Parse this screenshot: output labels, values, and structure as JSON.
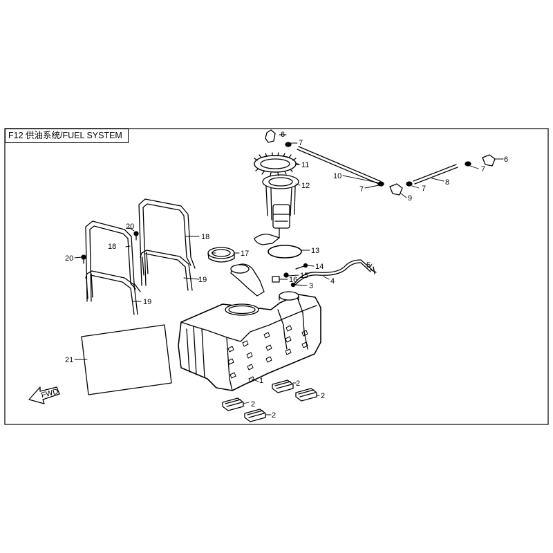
{
  "header": {
    "title": "F12 供油系统/FUEL SYSTEM"
  },
  "fwd_label": "FWD",
  "callouts": [
    {
      "id": "c1",
      "label": "1"
    },
    {
      "id": "c2a",
      "label": "2"
    },
    {
      "id": "c2b",
      "label": "2"
    },
    {
      "id": "c2c",
      "label": "2"
    },
    {
      "id": "c2d",
      "label": "2"
    },
    {
      "id": "c3",
      "label": "3"
    },
    {
      "id": "c4",
      "label": "4"
    },
    {
      "id": "c5",
      "label": "5"
    },
    {
      "id": "c6a",
      "label": "6"
    },
    {
      "id": "c6b",
      "label": "6"
    },
    {
      "id": "c7a",
      "label": "7"
    },
    {
      "id": "c7b",
      "label": "7"
    },
    {
      "id": "c7c",
      "label": "7"
    },
    {
      "id": "c7d",
      "label": "7"
    },
    {
      "id": "c8",
      "label": "8"
    },
    {
      "id": "c9",
      "label": "9"
    },
    {
      "id": "c10",
      "label": "10"
    },
    {
      "id": "c11",
      "label": "11"
    },
    {
      "id": "c12",
      "label": "12"
    },
    {
      "id": "c13",
      "label": "13"
    },
    {
      "id": "c14",
      "label": "14"
    },
    {
      "id": "c15",
      "label": "15"
    },
    {
      "id": "c16",
      "label": "16"
    },
    {
      "id": "c17",
      "label": "17"
    },
    {
      "id": "c18a",
      "label": "18"
    },
    {
      "id": "c18b",
      "label": "18"
    },
    {
      "id": "c19a",
      "label": "19"
    },
    {
      "id": "c19b",
      "label": "19"
    },
    {
      "id": "c20a",
      "label": "20"
    },
    {
      "id": "c20b",
      "label": "20"
    },
    {
      "id": "c21",
      "label": "21"
    }
  ]
}
